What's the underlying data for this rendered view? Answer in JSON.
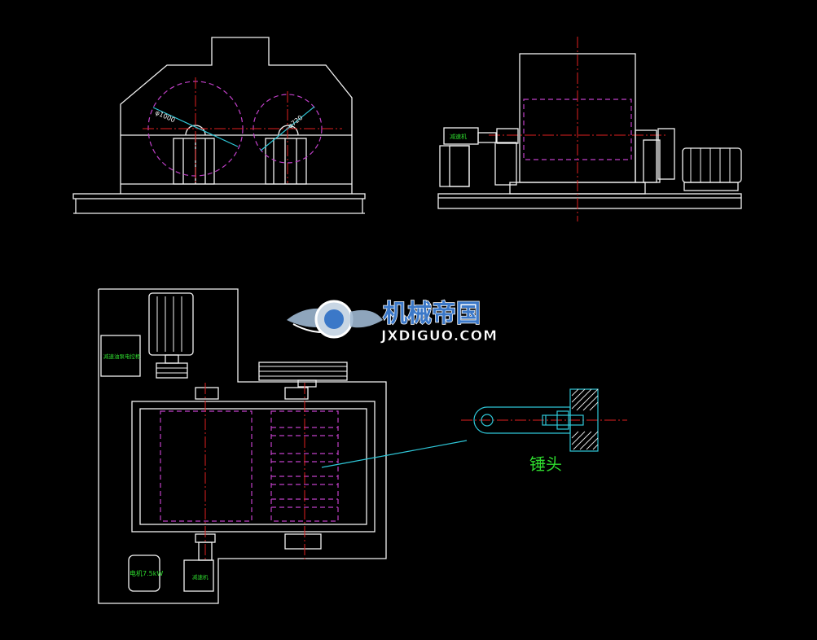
{
  "labels": {
    "dim_left": "φ1000",
    "dim_right": "φ720",
    "side_box": "减速机",
    "plan_panel": "减速油泵电控柜",
    "plan_reducer": "减速机",
    "plan_motor_tag": "电机7.5kW",
    "detail_caption": "锤头"
  },
  "watermark": {
    "cn": "机械帝国",
    "en": "JXDIGUO.COM"
  },
  "colors": {
    "background": "#000000",
    "outline": "#f2f2f2",
    "hidden": "#c040c8",
    "center": "#e02020",
    "detail": "#2fc7d8",
    "text": "#2edb2e"
  }
}
